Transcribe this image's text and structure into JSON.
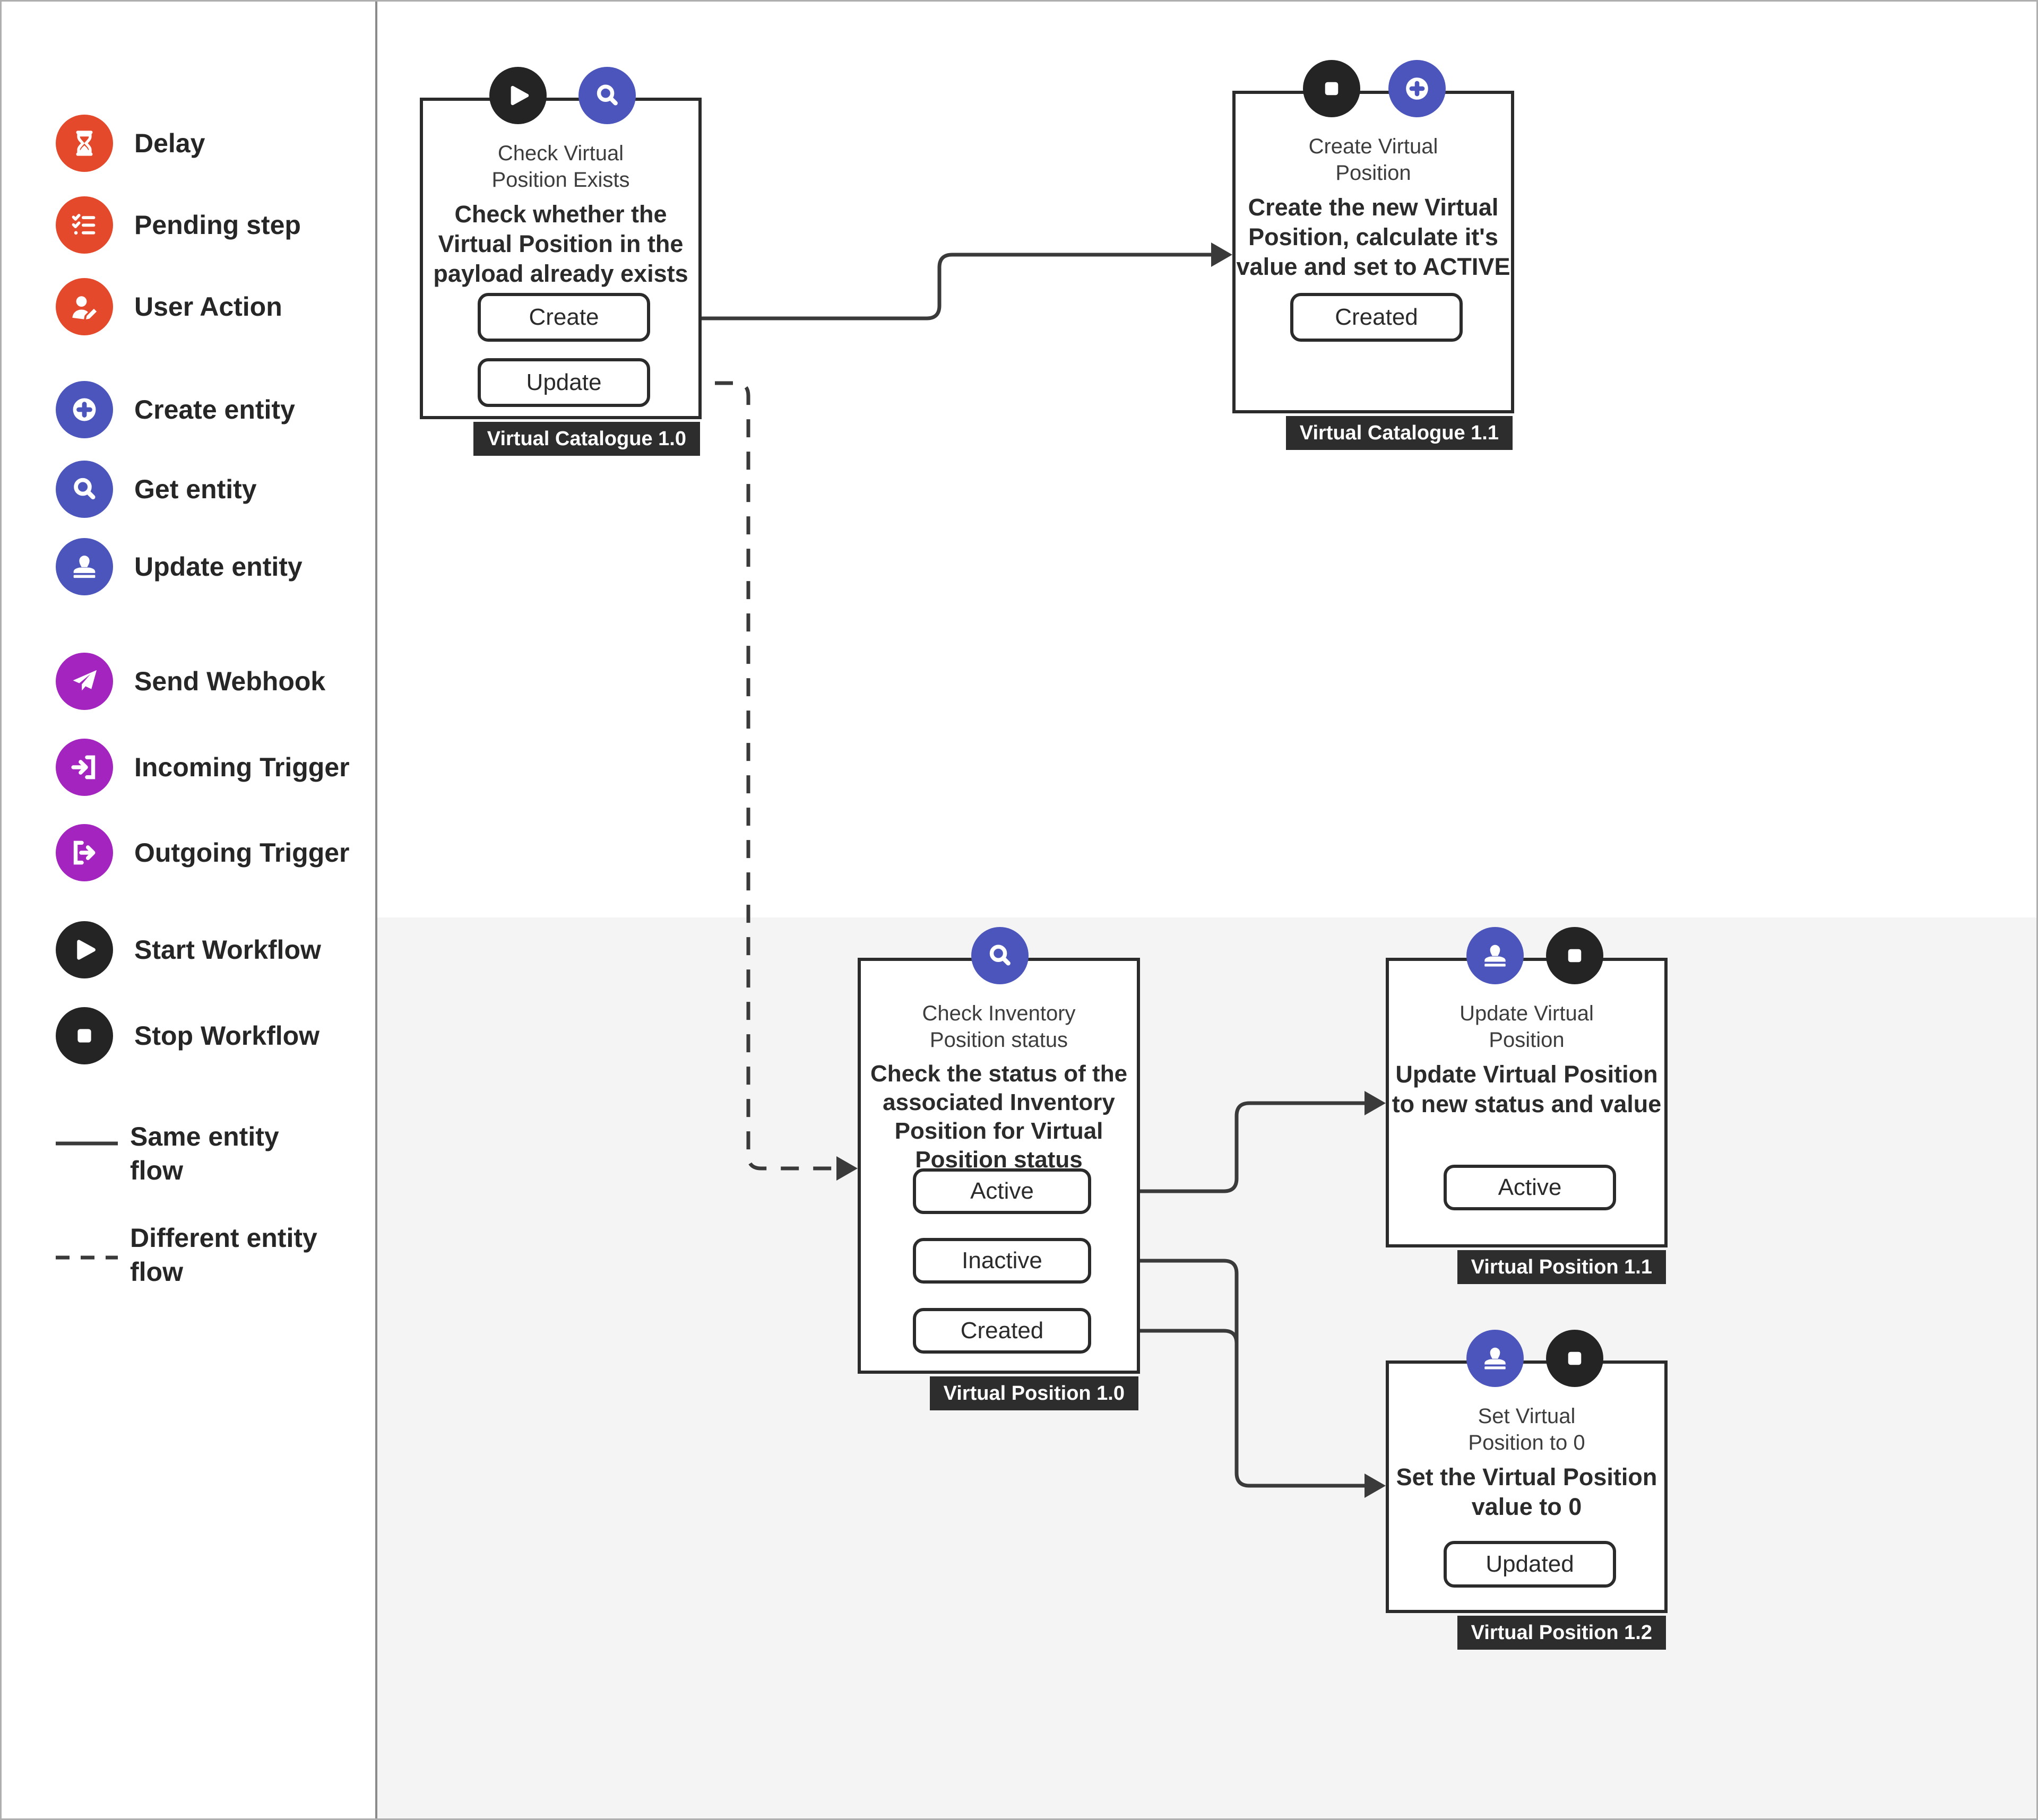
{
  "palette": {
    "orange": "#E5492B",
    "blue": "#4B55BB",
    "purple": "#A324BE",
    "black": "#242424",
    "node_border": "#2B2B2B",
    "tag_background": "#2D2D2D",
    "connector": "#3A3A3A",
    "panel_gray": "#F4F4F5"
  },
  "legend": {
    "items": [
      {
        "label": "Delay",
        "icon": "hourglass-icon",
        "color": "#E5492B"
      },
      {
        "label": "Pending step",
        "icon": "checklist-icon",
        "color": "#E5492B"
      },
      {
        "label": "User Action",
        "icon": "user-edit-icon",
        "color": "#E5492B"
      },
      {
        "label": "Create entity",
        "icon": "plus-icon",
        "color": "#4B55BB"
      },
      {
        "label": "Get entity",
        "icon": "search-icon",
        "color": "#4B55BB"
      },
      {
        "label": "Update entity",
        "icon": "stamp-icon",
        "color": "#4B55BB"
      },
      {
        "label": "Send Webhook",
        "icon": "paper-plane-icon",
        "color": "#A324BE"
      },
      {
        "label": "Incoming Trigger",
        "icon": "incoming-trigger-icon",
        "color": "#A324BE"
      },
      {
        "label": "Outgoing Trigger",
        "icon": "outgoing-trigger-icon",
        "color": "#A324BE"
      },
      {
        "label": "Start Workflow",
        "icon": "play-icon",
        "color": "#242424"
      },
      {
        "label": "Stop Workflow",
        "icon": "stop-icon",
        "color": "#242424"
      }
    ],
    "flows": [
      {
        "label": "Same entity\nflow",
        "style": "solid"
      },
      {
        "label": "Different entity\nflow",
        "style": "dashed"
      }
    ]
  },
  "nodes": {
    "n1": {
      "title": "Check Virtual\nPosition Exists",
      "desc": "Check whether the\nVirtual Position in the\npayload already exists",
      "buttons": [
        "Create",
        "Update"
      ],
      "tag": "Virtual Catalogue 1.0",
      "icons": [
        "play-icon",
        "search-icon"
      ]
    },
    "n2": {
      "title": "Create Virtual\nPosition",
      "desc": "Create the new Virtual\nPosition, calculate it's\nvalue and set to ACTIVE",
      "buttons": [
        "Created"
      ],
      "tag": "Virtual Catalogue 1.1",
      "icons": [
        "stop-icon",
        "plus-icon"
      ]
    },
    "n3": {
      "title": "Check Inventory\nPosition status",
      "desc": "Check the status of the\nassociated Inventory\nPosition for Virtual\nPosition status",
      "buttons": [
        "Active",
        "Inactive",
        "Created"
      ],
      "tag": "Virtual Position 1.0",
      "icons": [
        "search-icon"
      ]
    },
    "n4": {
      "title": "Update Virtual\nPosition",
      "desc": "Update Virtual Position\nto new status and value",
      "buttons": [
        "Active"
      ],
      "tag": "Virtual Position 1.1",
      "icons": [
        "stamp-icon",
        "stop-icon"
      ]
    },
    "n5": {
      "title": "Set Virtual\nPosition to 0",
      "desc": "Set the Virtual Position\nvalue to 0",
      "buttons": [
        "Updated"
      ],
      "tag": "Virtual Position 1.2",
      "icons": [
        "stamp-icon",
        "stop-icon"
      ]
    }
  }
}
